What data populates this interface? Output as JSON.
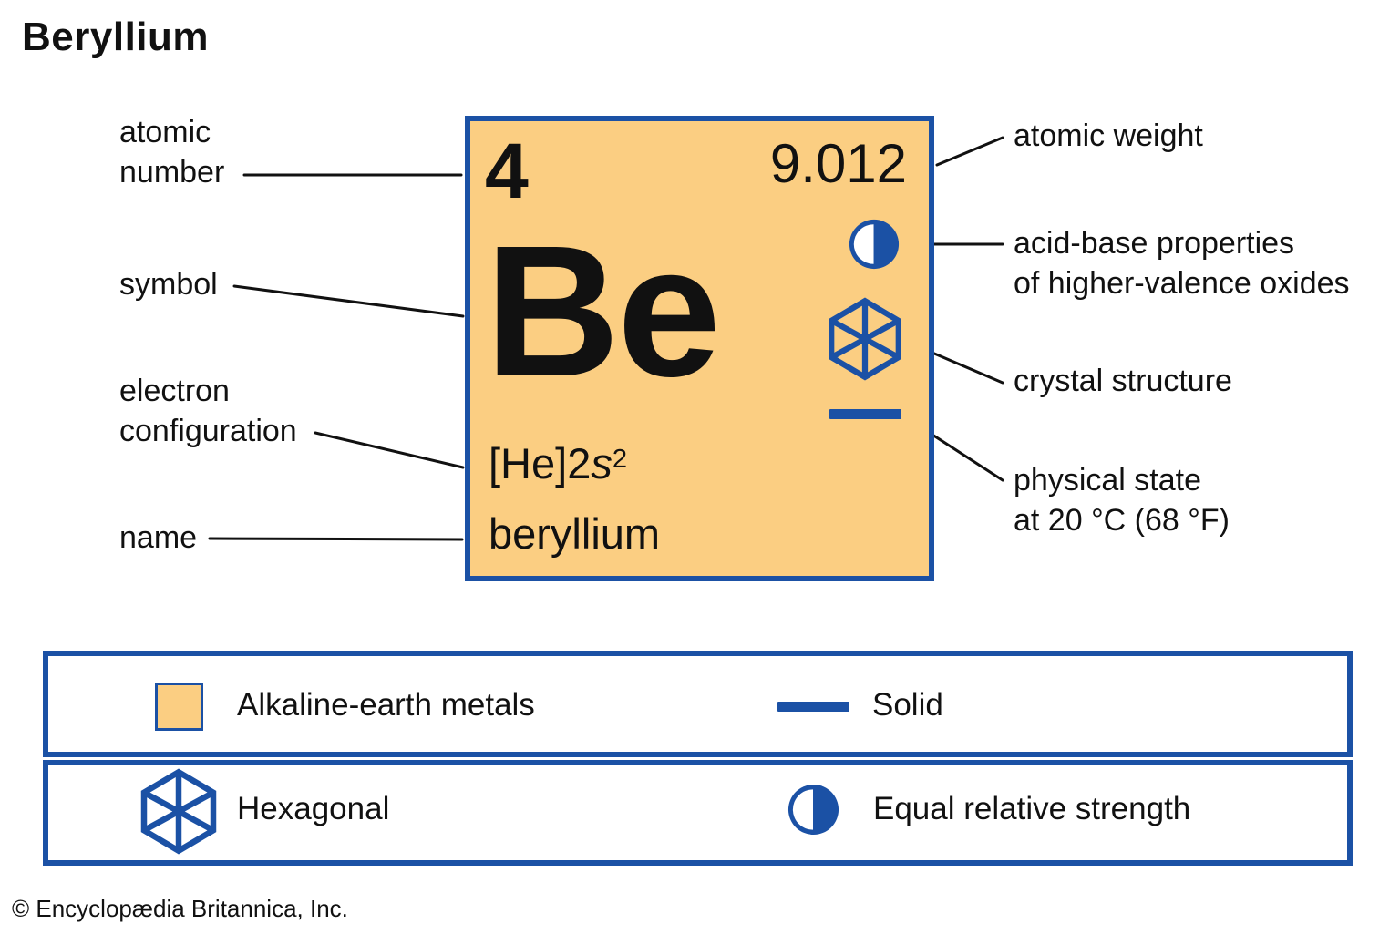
{
  "title": "Beryllium",
  "colors": {
    "accent_blue": "#1b51a5",
    "card_fill": "#fbce82",
    "text": "#111111",
    "callout_line": "#111111"
  },
  "card": {
    "atomic_number": "4",
    "atomic_weight": "9.012",
    "symbol": "Be",
    "electron_configuration": {
      "prefix": "[He]2",
      "orbital": "s",
      "superscript": "2"
    },
    "name": "beryllium",
    "icons": {
      "acid_base": "half-filled-circle",
      "crystal_structure": "hexagon-with-spokes",
      "physical_state": "solid-line"
    }
  },
  "callouts": {
    "left": [
      {
        "id": "atomic-number",
        "label": "atomic\nnumber"
      },
      {
        "id": "symbol",
        "label": "symbol"
      },
      {
        "id": "electron-configuration",
        "label": "electron\nconfiguration"
      },
      {
        "id": "name",
        "label": "name"
      }
    ],
    "right": [
      {
        "id": "atomic-weight",
        "label": "atomic weight"
      },
      {
        "id": "acid-base",
        "label": "acid-base properties\nof higher-valence oxides"
      },
      {
        "id": "crystal-structure",
        "label": "crystal structure"
      },
      {
        "id": "physical-state",
        "label": "physical state\nat 20 °C (68 °F)"
      }
    ]
  },
  "legend": {
    "rows": [
      {
        "items": [
          {
            "icon": "alkaline-earth-swatch",
            "label": "Alkaline-earth metals"
          },
          {
            "icon": "solid-line",
            "label": "Solid"
          }
        ]
      },
      {
        "items": [
          {
            "icon": "hexagonal-crystal",
            "label": "Hexagonal"
          },
          {
            "icon": "equal-relative-strength",
            "label": "Equal relative strength"
          }
        ]
      }
    ]
  },
  "footer": {
    "copyright": "© Encyclopædia Britannica, Inc."
  }
}
